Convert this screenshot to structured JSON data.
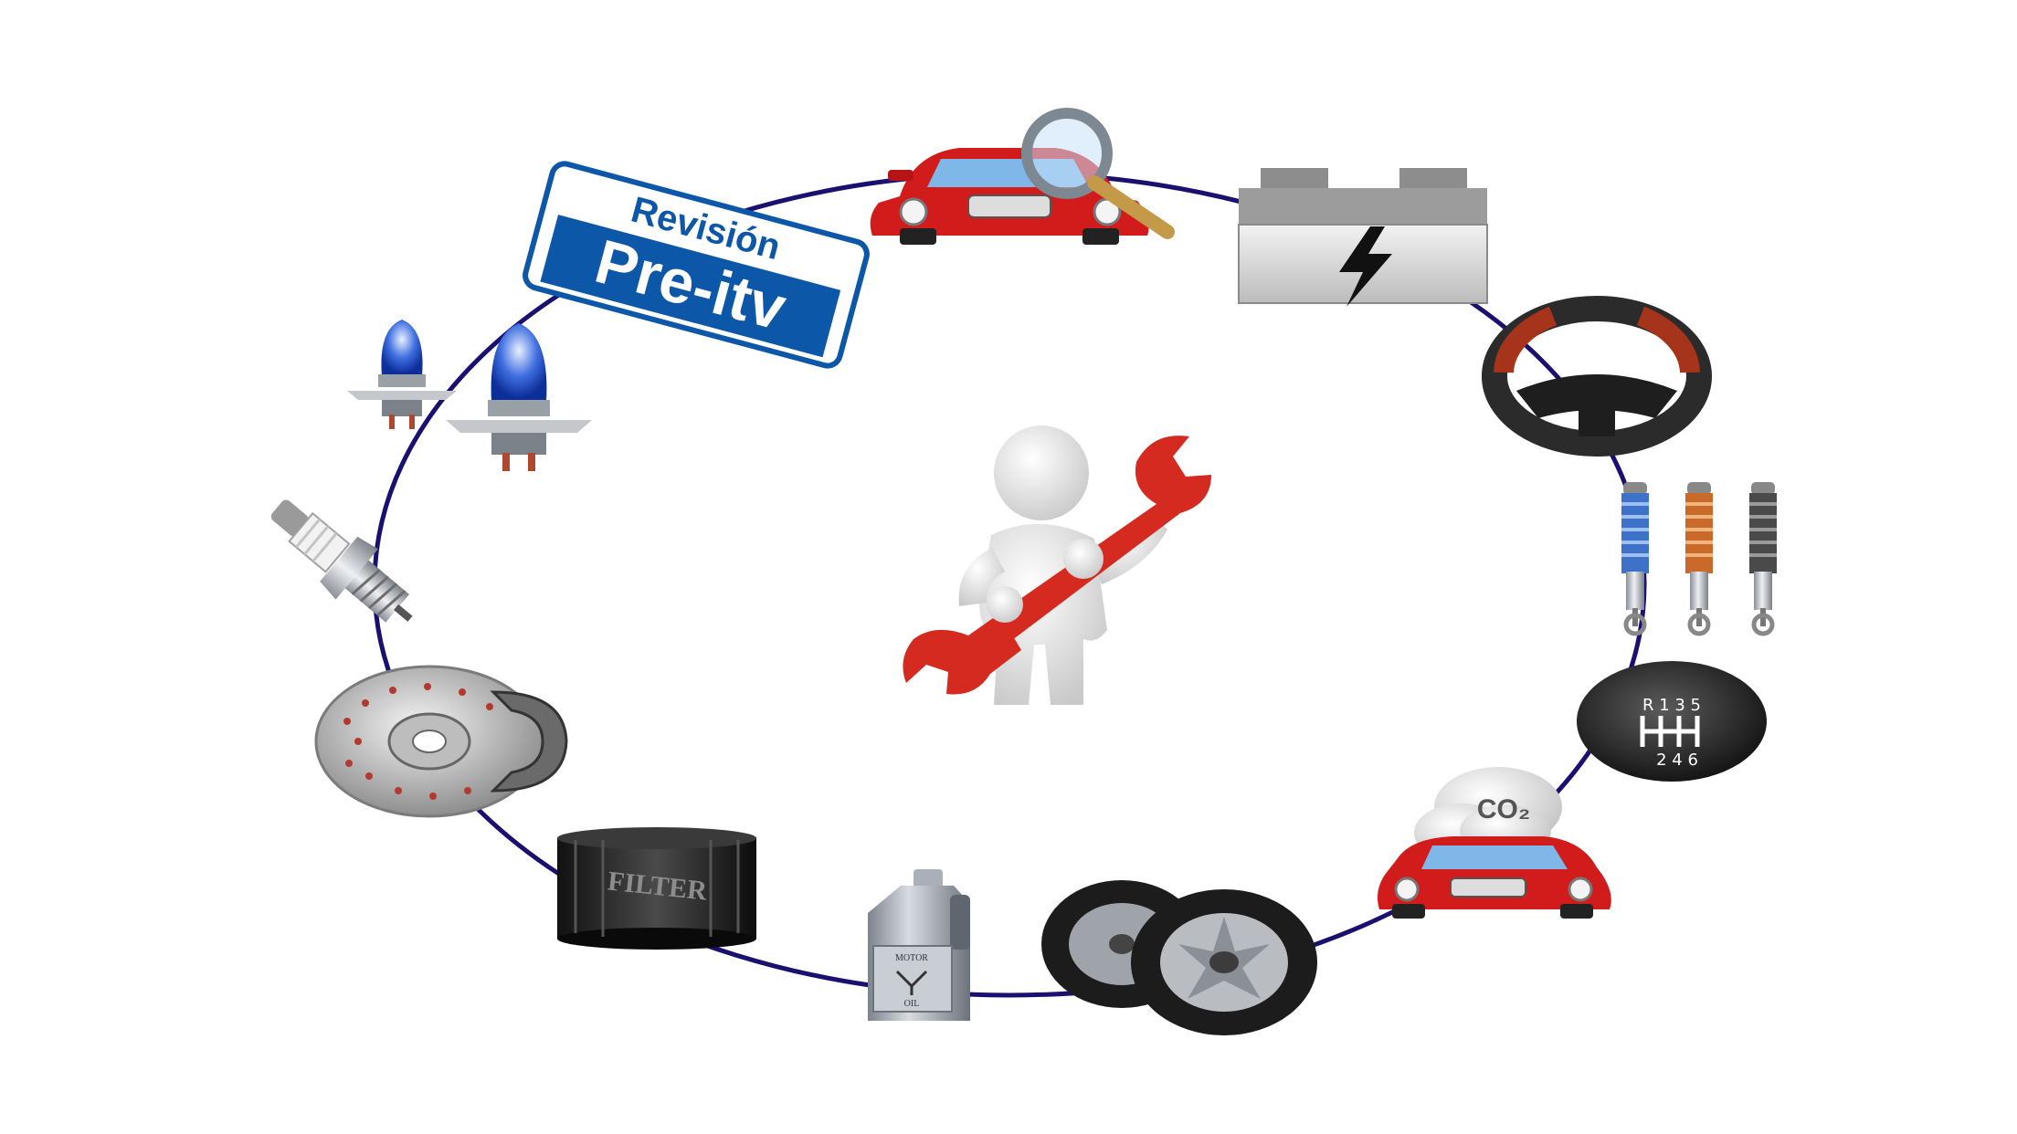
{
  "badge": {
    "line1": "Revisión",
    "line2": "Pre-itv"
  },
  "filter_label": "FILTER",
  "oil_label": {
    "line1": "MOTOR",
    "line2": "OIL"
  },
  "gear_labels": {
    "top": "R 1 3 5",
    "bottom": "2 4 6"
  },
  "co2_label": "CO₂",
  "colors": {
    "ring": "#1a1070",
    "brand_blue": "#0d57a8",
    "car_red": "#d21c1c",
    "wrench_red": "#d42a1f",
    "battery_grey": "#d4d4d4"
  },
  "icons": [
    "car-inspection-icon",
    "battery-icon",
    "steering-wheel-icon",
    "shock-absorbers-icon",
    "gear-shift-icon",
    "co2-emissions-icon",
    "tires-icon",
    "motor-oil-icon",
    "oil-filter-icon",
    "brake-disc-icon",
    "spark-plug-icon",
    "headlight-bulbs-icon",
    "pre-itv-badge",
    "mechanic-with-wrench-icon"
  ]
}
